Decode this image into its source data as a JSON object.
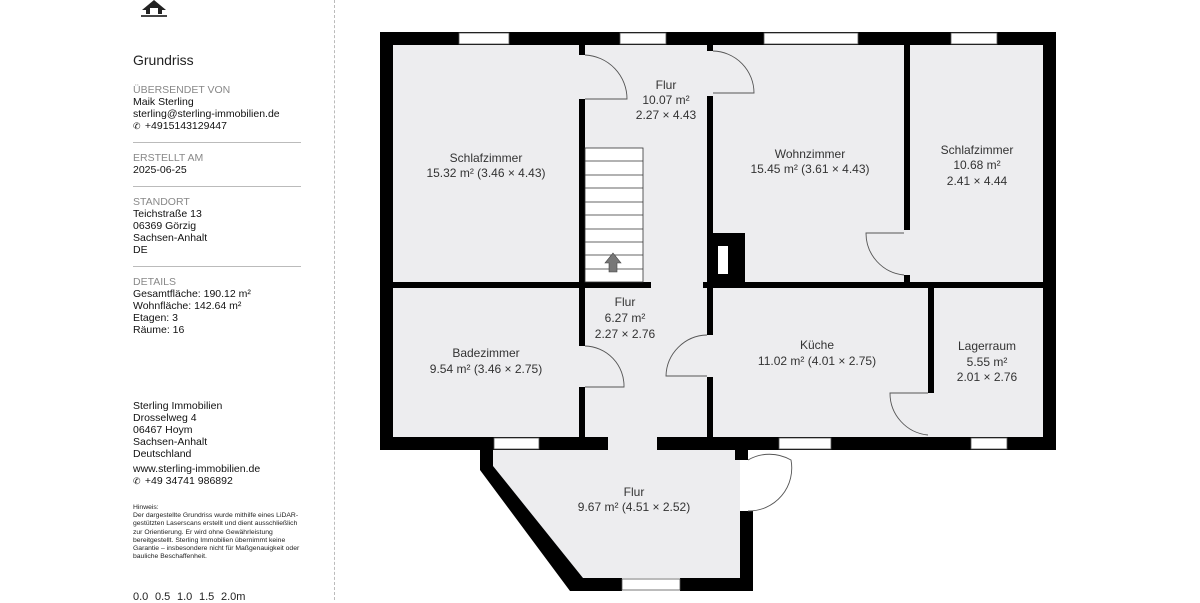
{
  "sidebar": {
    "logo": "house-logo",
    "title": "Grundriss",
    "sent_by": {
      "label": "ÜBERSENDET VON",
      "name": "Maik Sterling",
      "email": "sterling@sterling-immobilien.de",
      "phone_icon": "phone-icon",
      "phone": "+4915143129447"
    },
    "created": {
      "label": "ERSTELLT AM",
      "date": "2025-06-25"
    },
    "location": {
      "label": "STANDORT",
      "street": "Teichstraße 13",
      "city": "06369 Görzig",
      "state": "Sachsen-Anhalt",
      "country": "DE"
    },
    "details": {
      "label": "DETAILS",
      "total_area": "Gesamtfläche: 190.12 m²",
      "living_area": "Wohnfläche: 142.64 m²",
      "floors": "Etagen: 3",
      "rooms": "Räume: 16"
    },
    "company": {
      "name": "Sterling Immobilien",
      "street": "Drosselweg 4",
      "city": "06467 Hoym",
      "state": "Sachsen-Anhalt",
      "country": "Deutschland",
      "website": "www.sterling-immobilien.de",
      "phone": "+49 34741 986892"
    },
    "note": {
      "heading": "Hinweis:",
      "text": "Der dargestellte Grundriss wurde mithilfe eines LiDAR-gestützten Laserscans erstellt und dient ausschließlich zur Orientierung. Er wird ohne Gewährleistung bereitgestellt. Sterling Immobilien übernimmt keine Garantie – insbesondere nicht für Maßgenauigkeit oder bauliche Beschaffenheit."
    },
    "scale": [
      "0.0",
      "0.5",
      "1.0",
      "1.5",
      "2.0m"
    ]
  },
  "rooms": [
    {
      "name": "Schlafzimmer",
      "line2": "15.32 m² (3.46 × 4.43)",
      "line3": ""
    },
    {
      "name": "Flur",
      "line2": "10.07 m²",
      "line3": "2.27 × 4.43"
    },
    {
      "name": "Wohnzimmer",
      "line2": "15.45 m² (3.61 × 4.43)",
      "line3": ""
    },
    {
      "name": "Schlafzimmer",
      "line2": "10.68 m²",
      "line3": "2.41 × 4.44"
    },
    {
      "name": "Flur",
      "line2": "6.27 m²",
      "line3": "2.27 × 2.76"
    },
    {
      "name": "Badezimmer",
      "line2": "9.54 m² (3.46 × 2.75)",
      "line3": ""
    },
    {
      "name": "Küche",
      "line2": "11.02 m² (4.01 × 2.75)",
      "line3": ""
    },
    {
      "name": "Lagerraum",
      "line2": "5.55 m²",
      "line3": "2.01 × 2.76"
    },
    {
      "name": "Flur",
      "line2": "9.67 m² (4.51 × 2.52)",
      "line3": ""
    }
  ],
  "colors": {
    "wall": "#000000",
    "floor": "#ededef",
    "label": "#333333",
    "section_label": "#888888"
  }
}
